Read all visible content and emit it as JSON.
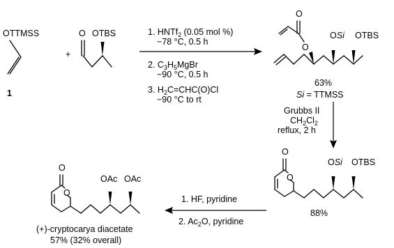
{
  "scheme": {
    "compound1": {
      "label_pre": "OTTMSS",
      "number": "1"
    },
    "plus_sign": "+",
    "aldehyde": {
      "oxygen": "O",
      "protecting_group": "OTBS"
    },
    "step1_conditions": [
      {
        "pre": "1. HNTf",
        "sub": "2",
        "post": " (0.05 mol %)"
      },
      {
        "pre": "−78 °C, 0.5 h",
        "sub": "",
        "post": ""
      },
      {
        "pre": "2. C",
        "sub": "3",
        "post": "H",
        "sub2": "5",
        "post2": "MgBr"
      },
      {
        "pre": "−90 °C, 0.5 h",
        "sub": "",
        "post": ""
      },
      {
        "pre": "3. H",
        "sub": "2",
        "post": "C=CHC(O)Cl"
      },
      {
        "pre": "−90 °C to rt",
        "sub": "",
        "post": ""
      }
    ],
    "intermediate1": {
      "carbonyl_o": "O",
      "ester_o": "O",
      "osi_prefix": "O",
      "osi_italic": "Si",
      "otbs": "OTBS",
      "yield": "63%",
      "si_def_italic": "Si",
      "si_def_rest": " = TTMSS"
    },
    "rcm_conditions": {
      "line1": "Grubbs II",
      "line2_pre": "CH",
      "line2_sub": "2",
      "line2_mid": "Cl",
      "line2_sub2": "2",
      "line3": "reflux, 2 h"
    },
    "intermediate2": {
      "carbonyl_o": "O",
      "ring_o": "O",
      "osi_prefix": "O",
      "osi_italic": "Si",
      "otbs": "OTBS",
      "yield": "88%"
    },
    "final_conditions": {
      "line1": "1. HF, pyridine",
      "line2_pre": "2. Ac",
      "line2_sub": "2",
      "line2_post": "O, pyridine"
    },
    "product": {
      "carbonyl_o": "O",
      "ring_o": "O",
      "oac1": "OAc",
      "oac2": "OAc",
      "name": "(+)-cryptocarya diacetate",
      "yield": "57% (32% overall)"
    }
  }
}
